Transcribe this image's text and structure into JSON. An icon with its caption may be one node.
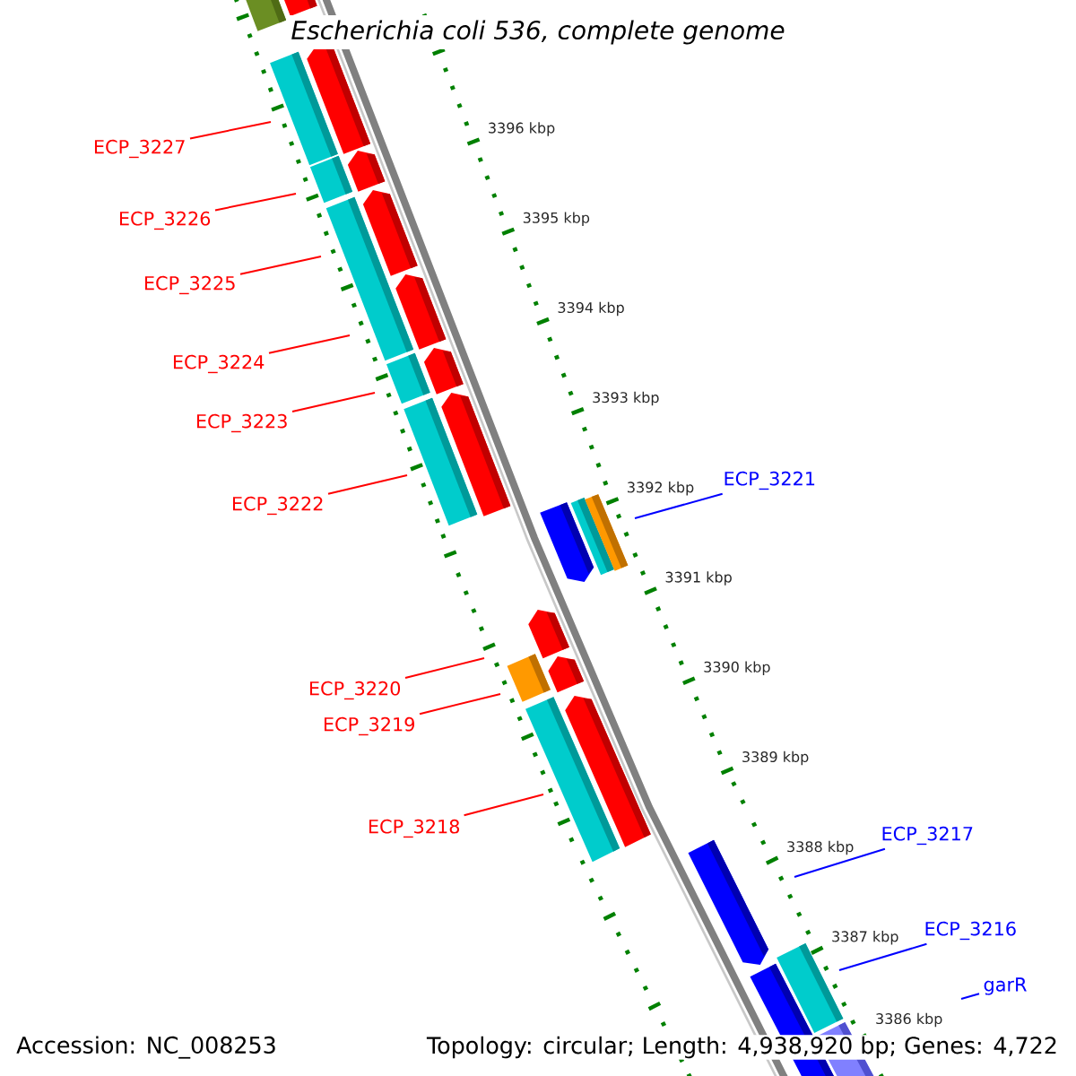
{
  "diagram": {
    "title": "Escherichia coli 536, complete genome",
    "nodes": [
      {
        "text": [
          "ECP_3227"
        ]
      },
      {
        "text": [
          "ECP_3226"
        ]
      },
      {
        "text": [
          "ECP_3225"
        ]
      },
      {
        "text": [
          "ECP_3224"
        ]
      },
      {
        "text": [
          "ECP_3223"
        ]
      },
      {
        "text": [
          "ECP_3221"
        ]
      },
      {
        "text": [
          "ECP_3222"
        ]
      },
      {
        "text": [
          "ECP_3220"
        ]
      },
      {
        "text": [
          "ECP_3219"
        ]
      },
      {
        "text": [
          "ECP_3218"
        ]
      },
      {
        "text": [
          "ECP_3217"
        ]
      },
      {
        "text": [
          "ECP_3216"
        ]
      },
      {
        "text": [
          "garR"
        ]
      }
    ],
    "edges": [
      {
        "from": 0,
        "to": null,
        "arrow": "none"
      },
      {
        "from": 1,
        "to": null,
        "arrow": "none"
      },
      {
        "from": 2,
        "to": null,
        "arrow": "none"
      },
      {
        "from": 3,
        "to": null,
        "arrow": "none"
      },
      {
        "from": 4,
        "to": null,
        "arrow": "none"
      },
      {
        "from": 5,
        "to": null,
        "arrow": "none",
        "color": "#0000ff"
      },
      {
        "from": 6,
        "to": null,
        "arrow": "none"
      },
      {
        "from": 7,
        "to": null,
        "arrow": "none"
      },
      {
        "from": 8,
        "to": null,
        "arrow": "none"
      },
      {
        "from": 9,
        "to": null,
        "arrow": "none"
      },
      {
        "from": 10,
        "to": null,
        "arrow": "none",
        "color": "#0000ff"
      },
      {
        "from": 11,
        "to": null,
        "arrow": "none",
        "color": "#0000ff"
      },
      {
        "from": 12,
        "to": null,
        "arrow": "none",
        "color": "#0000ff"
      }
    ],
    "labels": [
      "3396 kbp",
      "3395 kbp",
      "3394 kbp",
      "3393 kbp",
      "3392 kbp",
      "3391 kbp",
      "3390 kbp",
      "3389 kbp",
      "3388 kbp",
      "3387 kbp",
      "3386 kbp",
      "Accession: NC_008253",
      "Topology: circular; Length: 4,938,920 bp; Genes: 4,722"
    ]
  }
}
